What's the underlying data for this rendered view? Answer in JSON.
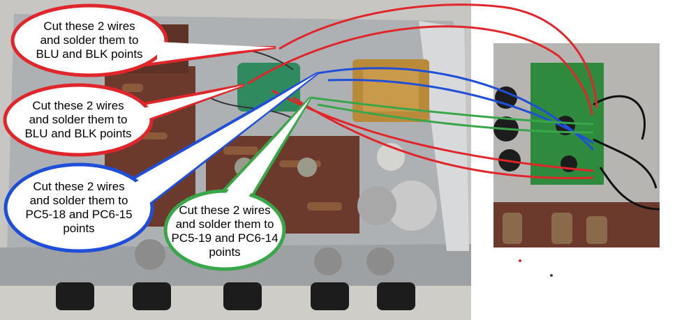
{
  "annotations": {
    "callout_red_top": {
      "text": "Cut these 2 wires\nand solder them to\nBLU and BLK points",
      "color": "#e0262a"
    },
    "callout_red_middle": {
      "text": "Cut these 2 wires\nand solder them to\nBLU and BLK points",
      "color": "#e0262a"
    },
    "callout_blue": {
      "text": "Cut these 2 wires\nand solder them to\nPC5-18 and PC6-15\npoints",
      "color": "#1f4fd8"
    },
    "callout_green": {
      "text": "Cut these 2 wires\nand solder them to\nPC5-19 and PC6-14\npoints",
      "color": "#3aa64a"
    }
  },
  "colors": {
    "chassis": "#b9bcbf",
    "pcb_brown": "#6b3a2c",
    "new_board_green": "#2e8b3e",
    "knob": "#1c1c1c",
    "transformer": "#b98a3a"
  }
}
